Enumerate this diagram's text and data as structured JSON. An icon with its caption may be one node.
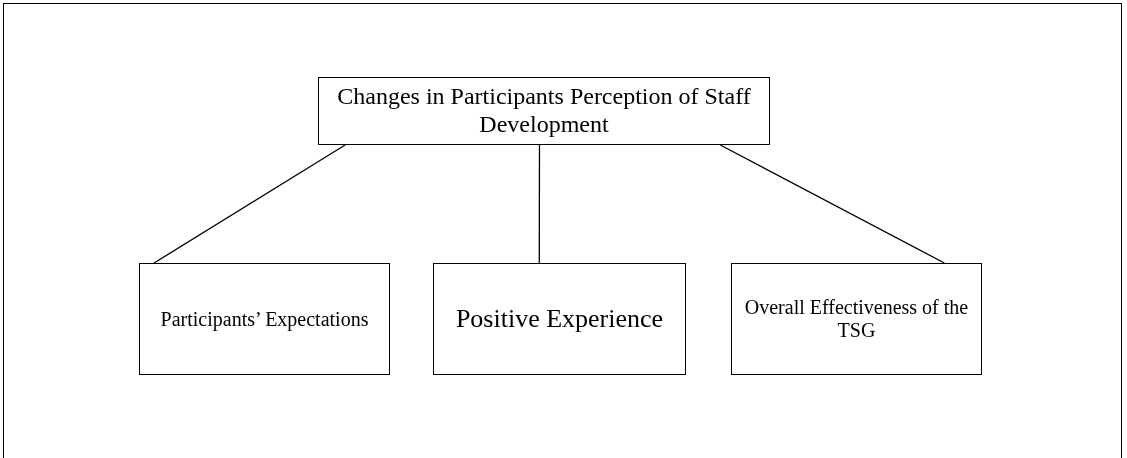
{
  "diagram": {
    "nodes": [
      {
        "text": [
          "Changes in Participants Perception of Staff Development"
        ]
      },
      {
        "text": [
          "Participants’ Expectations"
        ]
      },
      {
        "text": [
          "Positive Experience"
        ]
      },
      {
        "text": [
          "Overall Effectiveness of the TSG"
        ]
      }
    ],
    "edges": [
      {
        "from": 0,
        "to": 1,
        "arrow": "none"
      },
      {
        "from": 0,
        "to": 2,
        "arrow": "none"
      },
      {
        "from": 0,
        "to": 3,
        "arrow": "none"
      }
    ]
  }
}
